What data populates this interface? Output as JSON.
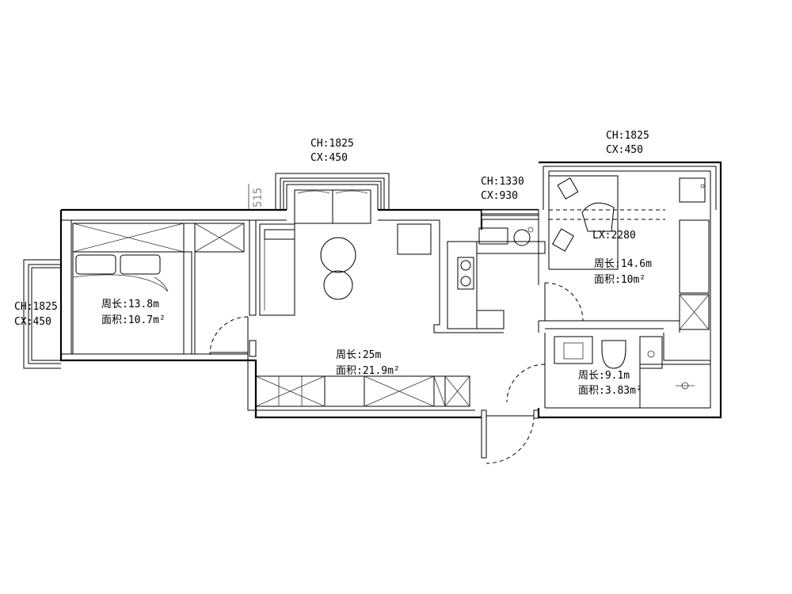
{
  "windows": {
    "living_window": {
      "ch": "CH:1825",
      "cx": "CX:450"
    },
    "kitchen_window": {
      "ch": "CH:1330",
      "cx": "CX:930"
    },
    "study_window": {
      "ch": "CH:1825",
      "cx": "CX:450"
    },
    "bedroom_window": {
      "ch": "CH:1825",
      "cx": "CX:450"
    }
  },
  "rooms": {
    "bedroom": {
      "perimeter": "周长:13.8m",
      "area": "面积:10.7m²"
    },
    "living": {
      "perimeter": "周长:25m",
      "area": "面积:21.9m²"
    },
    "study": {
      "perimeter": "周长:14.6m",
      "area": "面积:10m²"
    },
    "bathroom": {
      "perimeter": "周长:9.1m",
      "area": "面积:3.83m²"
    }
  },
  "annotations": {
    "lx": "LX:2280",
    "dim_515": "515"
  }
}
